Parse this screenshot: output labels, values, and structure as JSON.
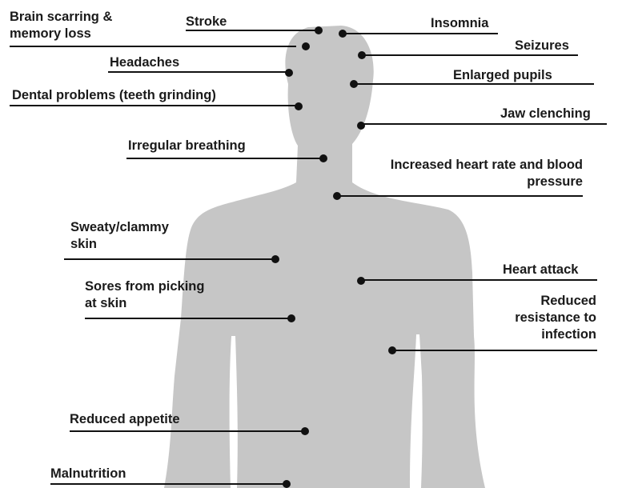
{
  "diagram": {
    "body_color": "#c6c6c6",
    "line_color": "#111111",
    "labels": {
      "brain": "Brain scarring & memory loss",
      "stroke": "Stroke",
      "insomnia": "Insomnia",
      "seizures": "Seizures",
      "headaches": "Headaches",
      "pupils": "Enlarged pupils",
      "dental": "Dental problems (teeth grinding)",
      "jaw": "Jaw clenching",
      "breathing": "Irregular breathing",
      "heart_rate": "Increased heart rate and blood pressure",
      "sweaty": "Sweaty/clammy skin",
      "heart_attack": "Heart attack",
      "sores": "Sores from picking at skin",
      "infection": "Reduced resistance to infection",
      "appetite": "Reduced appetite",
      "malnutrition": "Malnutrition"
    }
  }
}
